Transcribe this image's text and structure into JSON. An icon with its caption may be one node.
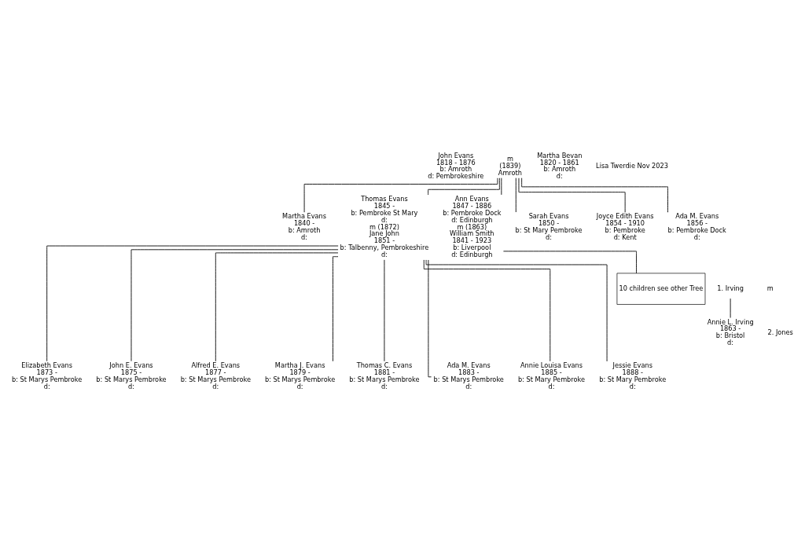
{
  "diagram": {
    "nodes": [
      {
        "text": [
          "John Evans",
          "1818 - 1876",
          "b: Amroth",
          "d: Pembrokeshire"
        ]
      },
      {
        "text": [
          "m",
          "(1839)",
          "Amroth"
        ]
      },
      {
        "text": [
          "Martha Bevan",
          "1820 - 1861",
          "b: Amroth",
          "d:"
        ]
      },
      {
        "text": [
          "Martha Evans",
          "1840 -",
          "b: Amroth",
          "d:"
        ]
      },
      {
        "text": [
          "Thomas Evans",
          "1845 -",
          "b: Pembroke St Mary",
          "d:",
          "m (1872)",
          "Jane John",
          "1851 -",
          "b: Talbenny, Pembrokeshire",
          "d:"
        ]
      },
      {
        "text": [
          "Ann Evans",
          "1847 - 1886",
          "b: Pembroke Dock",
          "d: Edinburgh",
          "m (1863)",
          "William Smith",
          "1841 - 1923",
          "b: Liverpool",
          "d: Edinburgh"
        ]
      },
      {
        "text": [
          "Sarah Evans",
          "1850 -",
          "b: St Mary Pembroke",
          "d:"
        ]
      },
      {
        "text": [
          "Joyce Edith Evans",
          "1854 - 1910",
          "b: Pembroke",
          "d: Kent"
        ]
      },
      {
        "text": [
          "Ada M. Evans",
          "1856 -",
          "b: Pembroke Dock",
          "d:"
        ]
      },
      {
        "text": [
          "1. Irving"
        ]
      },
      {
        "text": [
          "10 children see other Tree"
        ]
      },
      {
        "text": [
          "Annie L. Irving",
          "1863 -",
          "b: Bristol",
          "d:"
        ]
      },
      {
        "text": [
          "Elizabeth Evans",
          "1873 -",
          "b: St Marys Pembroke",
          "d:"
        ]
      },
      {
        "text": [
          "John E. Evans",
          "1875 -",
          "b: St Marys Pembroke",
          "d:"
        ]
      },
      {
        "text": [
          "Alfred E. Evans",
          "1877 -",
          "b: St Marys Pembroke",
          "d:"
        ]
      },
      {
        "text": [
          "Martha J. Evans",
          "1879 -",
          "b: St Marys Pembroke",
          "d:"
        ]
      },
      {
        "text": [
          "Thomas C. Evans",
          "1881 -",
          "b: St Marys Pembroke",
          "d:"
        ]
      },
      {
        "text": [
          "Ada M. Evans",
          "1883 -",
          "b: St Marys Pembroke",
          "d:"
        ]
      },
      {
        "text": [
          "Annie Louisa Evans",
          "1885 -",
          "b: St Mary Pembroke",
          "d:"
        ]
      },
      {
        "text": [
          "Jessie Evans",
          "1888 -",
          "b: St Mary Pembroke",
          "d:"
        ]
      }
    ],
    "edges": [
      {
        "from": 1,
        "to": 3,
        "arrow": "none"
      },
      {
        "from": 1,
        "to": 4,
        "arrow": "none"
      },
      {
        "from": 1,
        "to": 5,
        "arrow": "none"
      },
      {
        "from": 1,
        "to": 6,
        "arrow": "none"
      },
      {
        "from": 1,
        "to": 7,
        "arrow": "none"
      },
      {
        "from": 1,
        "to": 8,
        "arrow": "none"
      },
      {
        "from": 9,
        "to": 11,
        "arrow": "none"
      },
      {
        "from": 5,
        "to": 10,
        "arrow": "none"
      },
      {
        "from": 4,
        "to": 12,
        "arrow": "none"
      },
      {
        "from": 4,
        "to": 13,
        "arrow": "none"
      },
      {
        "from": 4,
        "to": 14,
        "arrow": "none"
      },
      {
        "from": 4,
        "to": 15,
        "arrow": "none"
      },
      {
        "from": 4,
        "to": 16,
        "arrow": "none"
      },
      {
        "from": 4,
        "to": 17,
        "arrow": "none"
      },
      {
        "from": 4,
        "to": 18,
        "arrow": "none"
      },
      {
        "from": 4,
        "to": 19,
        "arrow": "none"
      }
    ],
    "labels": [
      "m",
      "2. Jones",
      "Lisa Twerdie Nov 2023"
    ]
  }
}
